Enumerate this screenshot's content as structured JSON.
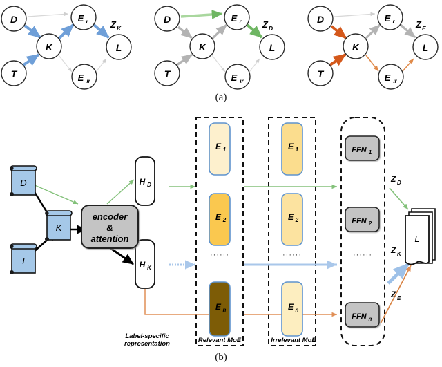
{
  "figure": {
    "panel_a_caption": "(a)",
    "panel_b_caption": "(b)"
  },
  "panel_a": {
    "graphs": [
      {
        "name": "knowledge-path-graph",
        "highlight_color": "#6699cc",
        "nodes": [
          {
            "id": "D",
            "label": "D"
          },
          {
            "id": "K",
            "label": "K"
          },
          {
            "id": "T",
            "label": "T"
          },
          {
            "id": "Er",
            "label": "E",
            "sub": "r"
          },
          {
            "id": "Eir",
            "label": "E",
            "sub": "ir"
          },
          {
            "id": "L",
            "label": "L"
          }
        ],
        "edges": [
          {
            "from": "D",
            "to": "Er",
            "state": "dim"
          },
          {
            "from": "D",
            "to": "K",
            "state": "highlight"
          },
          {
            "from": "T",
            "to": "K",
            "state": "highlight"
          },
          {
            "from": "K",
            "to": "Er",
            "state": "highlight"
          },
          {
            "from": "K",
            "to": "Eir",
            "state": "dim"
          },
          {
            "from": "Er",
            "to": "L",
            "state": "highlight"
          },
          {
            "from": "Eir",
            "to": "L",
            "state": "dim"
          }
        ],
        "path_label": "Z",
        "path_sub": "K"
      },
      {
        "name": "document-path-graph",
        "highlight_color": "#72bb6a",
        "nodes": [
          {
            "id": "D",
            "label": "D"
          },
          {
            "id": "K",
            "label": "K"
          },
          {
            "id": "T",
            "label": "T"
          },
          {
            "id": "Er",
            "label": "E",
            "sub": "r"
          },
          {
            "id": "Eir",
            "label": "E",
            "sub": "ir"
          },
          {
            "id": "L",
            "label": "L"
          }
        ],
        "edges": [
          {
            "from": "D",
            "to": "Er",
            "state": "highlight"
          },
          {
            "from": "D",
            "to": "K",
            "state": "mid"
          },
          {
            "from": "T",
            "to": "K",
            "state": "mid"
          },
          {
            "from": "K",
            "to": "Er",
            "state": "mid"
          },
          {
            "from": "K",
            "to": "Eir",
            "state": "dim"
          },
          {
            "from": "Er",
            "to": "L",
            "state": "highlight"
          },
          {
            "from": "Eir",
            "to": "L",
            "state": "dim"
          }
        ],
        "path_label": "Z",
        "path_sub": "D"
      },
      {
        "name": "entity-path-graph",
        "highlight_color": "#d4581b",
        "nodes": [
          {
            "id": "D",
            "label": "D"
          },
          {
            "id": "K",
            "label": "K"
          },
          {
            "id": "T",
            "label": "T"
          },
          {
            "id": "Er",
            "label": "E",
            "sub": "r"
          },
          {
            "id": "Eir",
            "label": "E",
            "sub": "ir"
          },
          {
            "id": "L",
            "label": "L"
          }
        ],
        "edges": [
          {
            "from": "D",
            "to": "Er",
            "state": "dim"
          },
          {
            "from": "D",
            "to": "K",
            "state": "highlight"
          },
          {
            "from": "T",
            "to": "K",
            "state": "highlight"
          },
          {
            "from": "K",
            "to": "Er",
            "state": "mid"
          },
          {
            "from": "K",
            "to": "Eir",
            "state": "thin-highlight"
          },
          {
            "from": "Er",
            "to": "L",
            "state": "mid"
          },
          {
            "from": "Eir",
            "to": "L",
            "state": "thin-highlight"
          }
        ],
        "path_label": "Z",
        "path_sub": "E"
      }
    ]
  },
  "panel_b": {
    "inputs": [
      {
        "id": "doc-D",
        "label": "D"
      },
      {
        "id": "doc-K",
        "label": "K"
      },
      {
        "id": "doc-T",
        "label": "T"
      }
    ],
    "encoder": {
      "line1": "encoder",
      "line2": "&",
      "line3": "attention"
    },
    "representations": [
      {
        "id": "H_D",
        "label": "H",
        "sub": "D"
      },
      {
        "id": "H_K",
        "label": "H",
        "sub": "K"
      }
    ],
    "relevant_moe": {
      "title": "Relevant MoE",
      "experts": [
        {
          "label": "E",
          "sub": "1",
          "fill": "#fdf0cd"
        },
        {
          "label": "E",
          "sub": "2",
          "fill": "#fac84f"
        },
        {
          "label": "E",
          "sub": "n",
          "fill": "#7d5c06"
        }
      ],
      "ellipsis": "······"
    },
    "irrelevant_moe": {
      "title": "Irrelevant MoE",
      "experts": [
        {
          "label": "E",
          "sub": "1",
          "fill": "#fbdd8e"
        },
        {
          "label": "E",
          "sub": "2",
          "fill": "#fce3a0"
        },
        {
          "label": "E",
          "sub": "n",
          "fill": "#fdeec0"
        }
      ],
      "ellipsis": "······"
    },
    "ffn_group": {
      "items": [
        {
          "label": "FFN",
          "sub": "1"
        },
        {
          "label": "FFN",
          "sub": "2"
        },
        {
          "label": "FFN",
          "sub": "n"
        }
      ],
      "ellipsis": "······"
    },
    "label_specific": {
      "line1": "Label-specific",
      "line2": "representation"
    },
    "output": {
      "label": "L"
    },
    "path_labels": [
      {
        "label": "Z",
        "sub": "D",
        "color": "#72bb6a"
      },
      {
        "label": "Z",
        "sub": "K",
        "color": "#9ec1e8"
      },
      {
        "label": "Z",
        "sub": "E",
        "color": "#d98445"
      }
    ]
  },
  "colors": {
    "blue_arrow": "#6f9fd8",
    "green_arrow": "#83c17a",
    "orange_arrow": "#d4581b",
    "light_orange": "#e39361",
    "light_blue_arrow": "#a9c7ea",
    "doc_fill": "#a5c8e8",
    "gray_box": "#c4c4c4",
    "dim_edge": "#d8d8d8",
    "mid_edge": "#b0b0b0"
  }
}
